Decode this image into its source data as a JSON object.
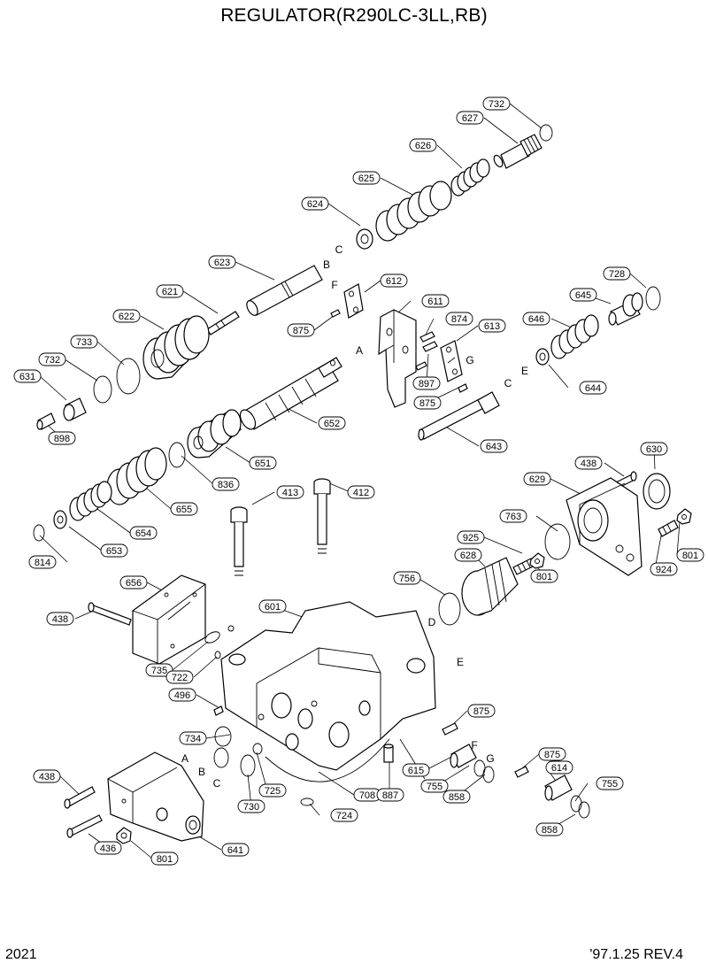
{
  "title": "REGULATOR(R290LC-3LL,RB)",
  "page_number": "2021",
  "revision": "'97.1.25 REV.4",
  "callouts": [
    {
      "label": "732",
      "ref": "oring-732-top"
    },
    {
      "label": "627",
      "ref": "plug-627"
    },
    {
      "label": "626",
      "ref": "spring-626"
    },
    {
      "label": "625",
      "ref": "spring-625"
    },
    {
      "label": "624",
      "ref": "seat-624"
    },
    {
      "label": "623",
      "ref": "pin-623"
    },
    {
      "label": "612",
      "ref": "link-612"
    },
    {
      "label": "611",
      "ref": "lever-611"
    },
    {
      "label": "621",
      "ref": "pin-621"
    },
    {
      "label": "622",
      "ref": "spool-622"
    },
    {
      "label": "875",
      "ref": "pin-875"
    },
    {
      "label": "874",
      "ref": "pin-874"
    },
    {
      "label": "613",
      "ref": "link-613"
    },
    {
      "label": "728",
      "ref": "oring-728"
    },
    {
      "label": "645",
      "ref": "plug-645"
    },
    {
      "label": "646",
      "ref": "spring-646"
    },
    {
      "label": "733",
      "ref": "oring-733"
    },
    {
      "label": "732",
      "ref": "oring-732"
    },
    {
      "label": "631",
      "ref": "sleeve-631"
    },
    {
      "label": "897",
      "ref": "pin-897"
    },
    {
      "label": "644",
      "ref": "seat-644"
    },
    {
      "label": "875",
      "ref": "pin-875-b"
    },
    {
      "label": "652",
      "ref": "spool-652"
    },
    {
      "label": "643",
      "ref": "rod-643"
    },
    {
      "label": "898",
      "ref": "pin-898"
    },
    {
      "label": "651",
      "ref": "sleeve-651"
    },
    {
      "label": "630",
      "ref": "nut-630"
    },
    {
      "label": "438",
      "ref": "bolt-438-top"
    },
    {
      "label": "629",
      "ref": "cover-629"
    },
    {
      "label": "836",
      "ref": "ring-836"
    },
    {
      "label": "413",
      "ref": "bolt-413"
    },
    {
      "label": "412",
      "ref": "bolt-412"
    },
    {
      "label": "655",
      "ref": "spring-655"
    },
    {
      "label": "763",
      "ref": "oring-763"
    },
    {
      "label": "925",
      "ref": "screw-925"
    },
    {
      "label": "654",
      "ref": "spring-654"
    },
    {
      "label": "653",
      "ref": "seat-653"
    },
    {
      "label": "814",
      "ref": "ring-814"
    },
    {
      "label": "801",
      "ref": "nut-801-right"
    },
    {
      "label": "924",
      "ref": "screw-924"
    },
    {
      "label": "628",
      "ref": "adjust-628"
    },
    {
      "label": "801",
      "ref": "nut-801-mid"
    },
    {
      "label": "656",
      "ref": "cover-656"
    },
    {
      "label": "756",
      "ref": "oring-756"
    },
    {
      "label": "601",
      "ref": "casing-601"
    },
    {
      "label": "438",
      "ref": "bolt-438-left"
    },
    {
      "label": "735",
      "ref": "oring-735"
    },
    {
      "label": "722",
      "ref": "oring-722"
    },
    {
      "label": "496",
      "ref": "plug-496"
    },
    {
      "label": "875",
      "ref": "pin-875-c"
    },
    {
      "label": "734",
      "ref": "oring-734"
    },
    {
      "label": "615",
      "ref": "spool-615"
    },
    {
      "label": "875",
      "ref": "pin-875-d"
    },
    {
      "label": "438",
      "ref": "bolt-438-bottom"
    },
    {
      "label": "755",
      "ref": "oring-755-a"
    },
    {
      "label": "614",
      "ref": "spool-614"
    },
    {
      "label": "858",
      "ref": "ring-858-a"
    },
    {
      "label": "755",
      "ref": "oring-755-b"
    },
    {
      "label": "725",
      "ref": "oring-725"
    },
    {
      "label": "708",
      "ref": "oring-708"
    },
    {
      "label": "887",
      "ref": "pin-887"
    },
    {
      "label": "730",
      "ref": "oring-730"
    },
    {
      "label": "724",
      "ref": "oring-724"
    },
    {
      "label": "858",
      "ref": "ring-858-b"
    },
    {
      "label": "436",
      "ref": "bolt-436"
    },
    {
      "label": "801",
      "ref": "nut-801-bottom"
    },
    {
      "label": "641",
      "ref": "cover-641"
    }
  ],
  "letters": [
    "C",
    "B",
    "F",
    "A",
    "G",
    "C",
    "E",
    "D",
    "E",
    "A",
    "B",
    "C",
    "F",
    "G"
  ]
}
